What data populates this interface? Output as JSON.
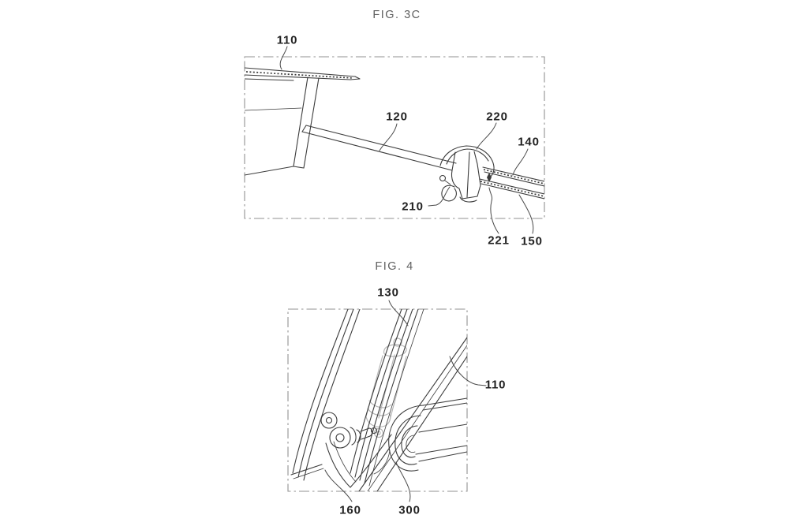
{
  "colors": {
    "background": "#ffffff",
    "art-line": "#3c3c3c",
    "border-line": "#929292",
    "leader-line": "#4a4a4a",
    "label-text": "#222222",
    "title-text": "#5f5f5f",
    "damper-line": "#b6b6b6"
  },
  "figures": [
    {
      "title": "FIG. 3C",
      "callouts": [
        "110",
        "120",
        "220",
        "140",
        "210",
        "221",
        "150"
      ]
    },
    {
      "title": "FIG. 4",
      "callouts": [
        "130",
        "110",
        "160",
        "300"
      ]
    }
  ]
}
